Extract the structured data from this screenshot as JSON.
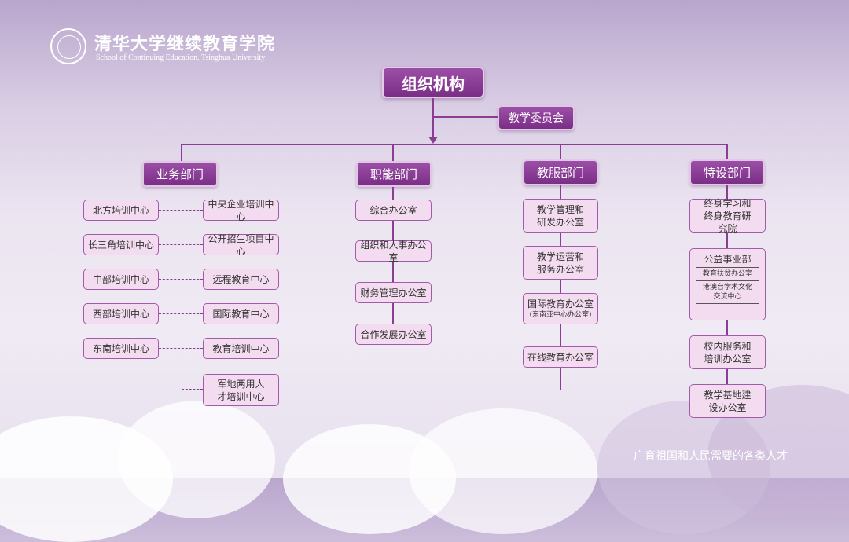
{
  "header": {
    "logo_cn": "清华大学继续教育学院",
    "logo_en": "School of Continuing Education, Tsinghua University"
  },
  "title": "组织机构",
  "committee": "教学委员会",
  "departments": [
    {
      "label": "业务部门"
    },
    {
      "label": "职能部门"
    },
    {
      "label": "教服部门"
    },
    {
      "label": "特设部门"
    }
  ],
  "business": {
    "left": [
      "北方培训中心",
      "长三角培训中心",
      "中部培训中心",
      "西部培训中心",
      "东南培训中心"
    ],
    "right": [
      "中央企业培训中心",
      "公开招生项目中心",
      "远程教育中心",
      "国际教育中心",
      "教育培训中心",
      "军地两用人才培训中心"
    ]
  },
  "functional": [
    "综合办公室",
    "组织和人事办公室",
    "财务管理办公室",
    "合作发展办公室"
  ],
  "service": [
    {
      "label": "教学管理和研发办公室"
    },
    {
      "label": "教学运营和服务办公室"
    },
    {
      "label": "国际教育办公室",
      "sub": "(东南亚中心办公室)"
    },
    {
      "label": "在线教育办公室"
    }
  ],
  "special": {
    "research": "终身学习和终身教育研究院",
    "public_welfare": {
      "label": "公益事业部",
      "subs": [
        "教育扶贫办公室",
        "港澳台学术文化交流中心"
      ]
    },
    "campus_service": "校内服务和培训办公室",
    "base": "教学基地建设办公室"
  },
  "slogan": "广育祖国和人民需要的各类人才",
  "colors": {
    "accent": "#8a3d93",
    "node_fill": "#f3dcef"
  }
}
